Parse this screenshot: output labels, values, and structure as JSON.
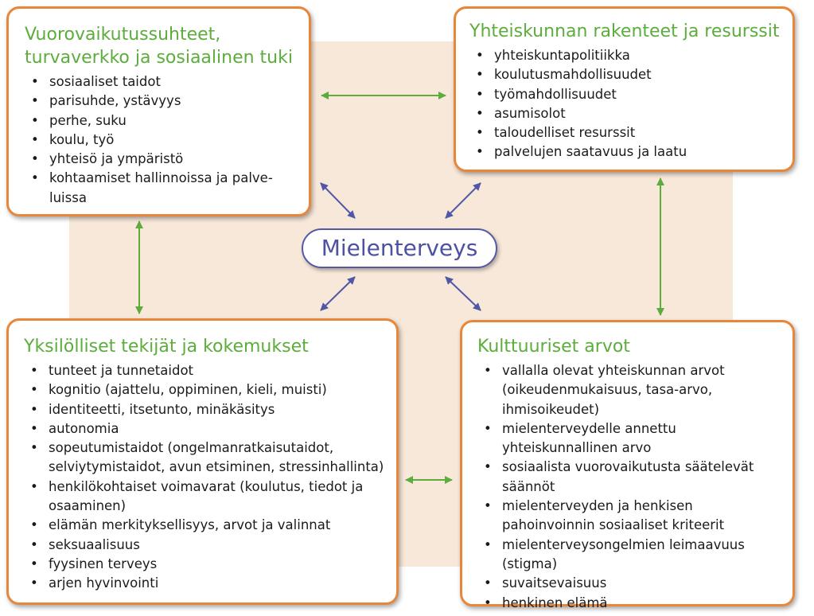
{
  "center": {
    "label": "Mielenterveys"
  },
  "boxes": {
    "top_left": {
      "title": "Vuorovaikutussuhteet, turvaverkko ja sosiaalinen tuki",
      "items": [
        "sosiaaliset taidot",
        "parisuhde, ystävyys",
        "perhe, suku",
        "koulu, työ",
        "yhteisö ja ympäristö",
        "kohtaamiset hallinnoissa ja palve-luissa"
      ]
    },
    "top_right": {
      "title": "Yhteiskunnan rakenteet ja resurssit",
      "items": [
        "yhteiskuntapolitiikka",
        "koulutusmahdollisuudet",
        "työmahdollisuudet",
        "asumisolot",
        "taloudelliset resurssit",
        "palvelujen saatavuus ja laatu"
      ]
    },
    "bottom_left": {
      "title": "Yksilölliset tekijät ja kokemukset",
      "items": [
        "tunteet ja tunnetaidot",
        "kognitio (ajattelu, oppiminen, kieli, muisti)",
        "identiteetti, itsetunto, minäkäsitys",
        "autonomia",
        "sopeutumistaidot (ongelmanratkaisutaidot, selviytymistaidot, avun etsiminen, stressinhallinta)",
        "henkilökohtaiset voimavarat (koulutus, tiedot ja osaaminen)",
        "elämän merkityksellisyys, arvot ja valinnat",
        "seksuaalisuus",
        "fyysinen terveys",
        "arjen hyvinvointi"
      ]
    },
    "bottom_right": {
      "title": "Kulttuuriset arvot",
      "items": [
        "vallalla olevat yhteiskunnan arvot (oikeudenmukaisuus, tasa-arvo, ihmisoikeudet)",
        "mielenterveydelle annettu yhteiskunnallinen arvo",
        "sosiaalista vuorovaikutusta säätelevät säännöt",
        "mielenterveyden ja henkisen pahoinvoinnin sosiaaliset kriteerit",
        "mielenterveysongelmien leimaavuus (stigma)",
        "suvaitsevaisuus",
        "henkinen elämä"
      ]
    }
  },
  "colors": {
    "border": "#e8873a",
    "title": "#5cad3c",
    "center": "#4d51a1",
    "green_arrow": "#5cad3c",
    "blue_arrow": "#4f57a6",
    "background": "#f8e8da"
  }
}
